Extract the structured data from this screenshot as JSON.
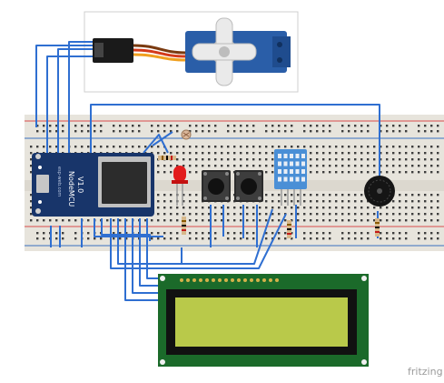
{
  "mcu": {
    "line1": "V1.0",
    "line2": "NodeMCU",
    "line3": "esp-web.com"
  },
  "watermark": "fritzing",
  "colors": {
    "wire": "#2f6fd1",
    "breadboard": "#e7e4dc",
    "rail_red": "#d84b4b",
    "rail_blue": "#3a6fbf",
    "mcu_blue": "#18356a",
    "lcd_pcb": "#1b6a2a",
    "lcd_screen": "#b9c94a",
    "servo_blue": "#2a5ea8",
    "led_red": "#e21c1c",
    "dht_blue": "#4a8fd6"
  }
}
